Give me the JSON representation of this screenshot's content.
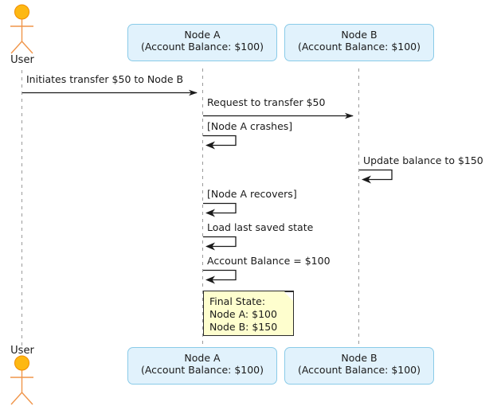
{
  "diagram": {
    "type": "uml-sequence-diagram",
    "title": "",
    "background_color": "#ffffff",
    "participant_fill": "#E1F2FC",
    "participant_stroke": "#8ACBE8",
    "note_fill": "#FEFECE",
    "note_stroke": "#2b2b2b",
    "actor_color": "#FDB813",
    "line_color": "#1a1a1a"
  },
  "participants": [
    {
      "id": "user",
      "kind": "actor",
      "label": "User",
      "label_bottom": "User"
    },
    {
      "id": "node_a",
      "kind": "box",
      "name": "Node A",
      "balance": "(Account Balance: $100)",
      "name_bottom": "Node A",
      "balance_bottom": "(Account Balance: $100)"
    },
    {
      "id": "node_b",
      "kind": "box",
      "name": "Node B",
      "balance": "(Account Balance: $100)",
      "name_bottom": "Node B",
      "balance_bottom": "(Account Balance: $100)"
    }
  ],
  "messages": [
    {
      "index": 0,
      "from": "user",
      "to": "node_a",
      "kind": "sync",
      "label": "Initiates transfer $50 to Node B"
    },
    {
      "index": 1,
      "from": "node_a",
      "to": "node_b",
      "kind": "sync",
      "label": "Request to transfer $50"
    },
    {
      "index": 2,
      "from": "node_a",
      "to": "node_a",
      "kind": "self",
      "label": "[Node A crashes]"
    },
    {
      "index": 3,
      "from": "node_b",
      "to": "node_b",
      "kind": "self",
      "label": "Update balance to $150"
    },
    {
      "index": 4,
      "from": "node_a",
      "to": "node_a",
      "kind": "self",
      "label": "[Node A recovers]"
    },
    {
      "index": 5,
      "from": "node_a",
      "to": "node_a",
      "kind": "self",
      "label": "Load last saved state"
    },
    {
      "index": 6,
      "from": "node_a",
      "to": "node_a",
      "kind": "self",
      "label": "Account Balance = $100"
    }
  ],
  "note": {
    "attached_to": "node_a",
    "lines": [
      "Final State:",
      "Node A: $100",
      "Node B: $150"
    ],
    "line_0": "Final State:",
    "line_1": "Node A: $100",
    "line_2": "Node B: $150"
  }
}
